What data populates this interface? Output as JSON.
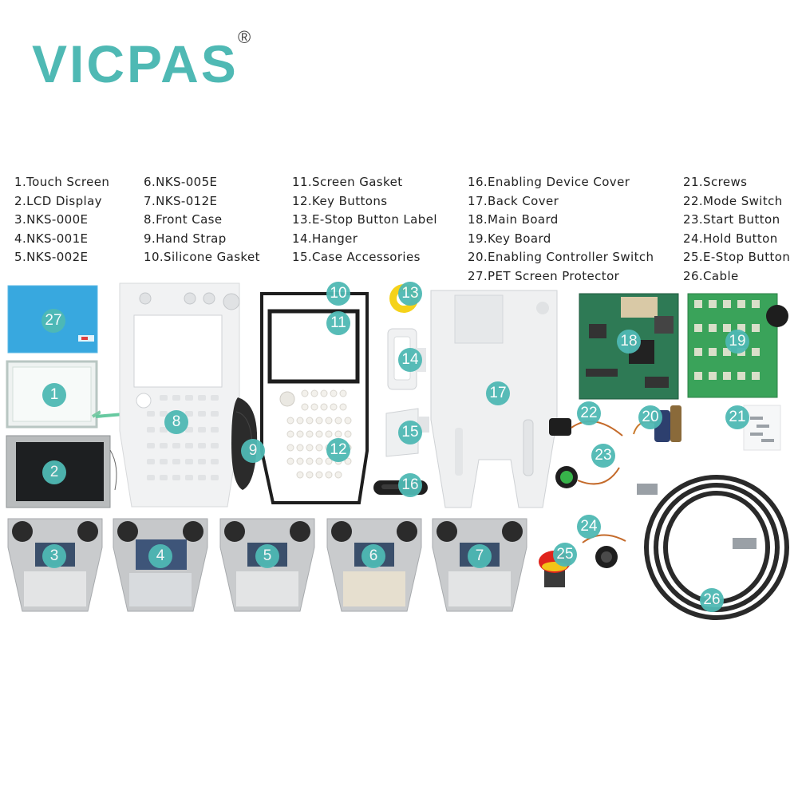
{
  "brand": {
    "logo_text": "VICPAS",
    "registered_mark": "®",
    "accent_color": "#4fb9b4"
  },
  "legend": {
    "col1": [
      "1.Touch Screen",
      "2.LCD Display",
      "3.NKS-000E",
      "4.NKS-001E",
      "5.NKS-002E"
    ],
    "col2": [
      "6.NKS-005E",
      "7.NKS-012E",
      "8.Front Case",
      "9.Hand Strap",
      "10.Silicone Gasket"
    ],
    "col3": [
      "11.Screen Gasket",
      "12.Key Buttons",
      "13.E-Stop Button Label",
      "14.Hanger",
      "15.Case Accessories"
    ],
    "col4": [
      "16.Enabling Device Cover",
      "17.Back Cover",
      "18.Main Board",
      "19.Key Board",
      "20.Enabling Controller Switch",
      "27.PET Screen Protector"
    ],
    "col5": [
      "21.Screws",
      "22.Mode Switch",
      "23.Start Button",
      "24.Hold Button",
      "25.E-Stop Button",
      "26.Cable"
    ]
  },
  "badges": {
    "b1": "1",
    "b2": "2",
    "b3": "3",
    "b4": "4",
    "b5": "5",
    "b6": "6",
    "b7": "7",
    "b8": "8",
    "b9": "9",
    "b10": "10",
    "b11": "11",
    "b12": "12",
    "b13": "13",
    "b14": "14",
    "b15": "15",
    "b16": "16",
    "b17": "17",
    "b18": "18",
    "b19": "19",
    "b20": "20",
    "b21": "21",
    "b22": "22",
    "b23": "23",
    "b24": "24",
    "b25": "25",
    "b26": "26",
    "b27": "27"
  }
}
